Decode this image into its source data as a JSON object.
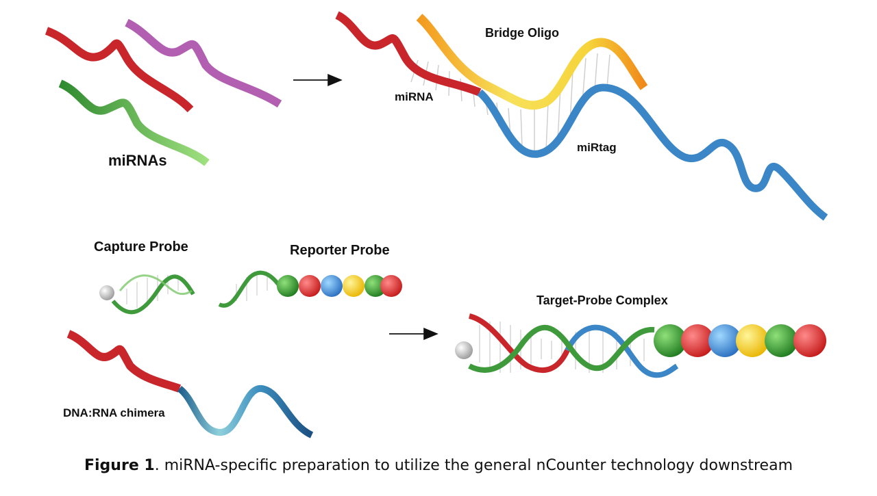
{
  "labels": {
    "mirnas": "miRNAs",
    "bridge_oligo": "Bridge Oligo",
    "mirna": "miRNA",
    "mirtag": "miRtag",
    "capture_probe": "Capture Probe",
    "reporter_probe": "Reporter Probe",
    "target_probe_complex": "Target-Probe Complex",
    "chimera": "DNA:RNA chimera"
  },
  "caption": {
    "figure_label": "Figure 1",
    "text": ". miRNA-specific preparation to utilize the general nCounter technology downstream"
  },
  "colors": {
    "red": "#c8262b",
    "purple": "#b25fb2",
    "green": "#3f9a3c",
    "blue": "#3b86c6",
    "orange": "#f39a1e",
    "yellow": "#f2d23a",
    "reporter_beads": [
      "green",
      "red",
      "blue",
      "yellow",
      "green",
      "red"
    ]
  },
  "icons": {
    "arrow": "right-arrow-icon",
    "bead": "capture-bead-icon"
  }
}
